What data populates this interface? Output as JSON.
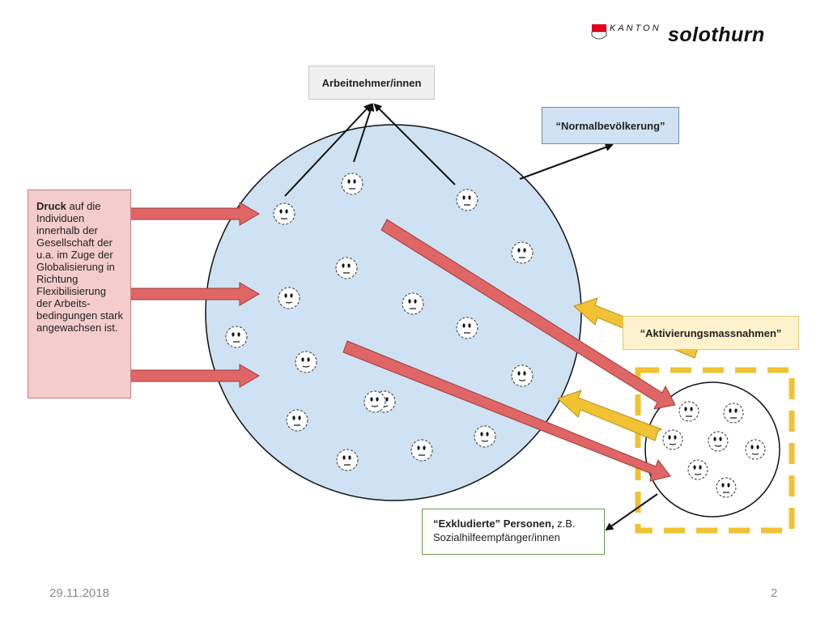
{
  "logo": {
    "kanton": "KANTON",
    "name": "solothurn",
    "flag_colors": [
      "#e2001a",
      "#ffffff"
    ]
  },
  "labels": {
    "workers": "Arbeitnehmer/innen",
    "normal_population": "“Normalbevölkerung”",
    "pressure_bold": "Druck",
    "pressure_rest": " auf die Individuen innerhalb der Gesellschaft der u.a. im Zuge der Globalisierung in Richtung Flexibilisierung der Arbeits-bedingungen stark angewachsen ist.",
    "activation": "“Aktivierungsmassnahmen”",
    "excluded_bold": "“Exkludierte” Personen,",
    "excluded_rest": " z.B. Sozialhilfeempfänger/innen"
  },
  "footer": {
    "date": "29.11.2018",
    "page": "2"
  },
  "colors": {
    "big_circle": "#cfe2f3",
    "red_arrow": "#e06666",
    "yellow_arrow": "#f1c232",
    "dashed_frame": "#f1c232",
    "pressure_box": "#f4cccc",
    "activation_box": "#fff2cc",
    "normal_box": "#cfe2f3",
    "excluded_border": "#6a9a4c"
  },
  "icons": {
    "face": "neutral-face-icon"
  },
  "faces": {
    "big_circle": [
      {
        "mouth": "flat"
      },
      {
        "mouth": "flat"
      },
      {
        "mouth": "flat"
      },
      {
        "mouth": "flat"
      },
      {
        "mouth": "flat"
      },
      {
        "mouth": "smile"
      },
      {
        "mouth": "flat"
      },
      {
        "mouth": "flat"
      },
      {
        "mouth": "flat"
      },
      {
        "mouth": "smile"
      },
      {
        "mouth": "smile"
      },
      {
        "mouth": "smile"
      },
      {
        "mouth": "flat"
      },
      {
        "mouth": "flat"
      },
      {
        "mouth": "smile"
      },
      {
        "mouth": "flat"
      },
      {
        "mouth": "smile"
      }
    ],
    "small_circle": [
      {
        "mouth": "flat"
      },
      {
        "mouth": "flat"
      },
      {
        "mouth": "smile"
      },
      {
        "mouth": "smile"
      },
      {
        "mouth": "smile"
      },
      {
        "mouth": "smile"
      },
      {
        "mouth": "flat"
      }
    ]
  }
}
